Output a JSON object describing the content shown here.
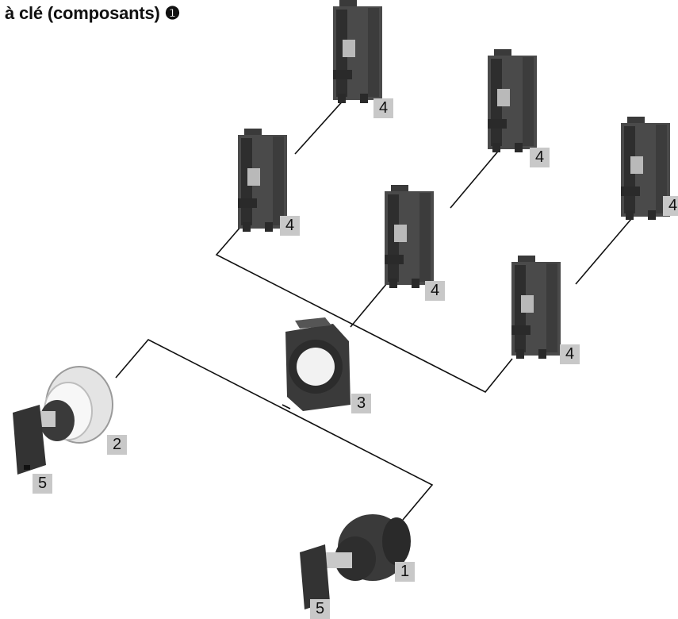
{
  "title": "à clé (composants) ❶",
  "labels": {
    "contact_top": "4",
    "contact_mid_right": "4",
    "contact_far_right": "4",
    "contact_left": "4",
    "contact_center": "4",
    "contact_lower_right": "4",
    "adapter": "3",
    "selector_illuminated": "2",
    "key_left": "5",
    "selector_plain": "1",
    "key_bottom": "5"
  },
  "components": [
    {
      "id": "4",
      "name": "contact-block"
    },
    {
      "id": "3",
      "name": "mounting-adapter"
    },
    {
      "id": "2",
      "name": "illuminated-key-selector-head"
    },
    {
      "id": "1",
      "name": "key-selector-head"
    },
    {
      "id": "5",
      "name": "key"
    }
  ]
}
